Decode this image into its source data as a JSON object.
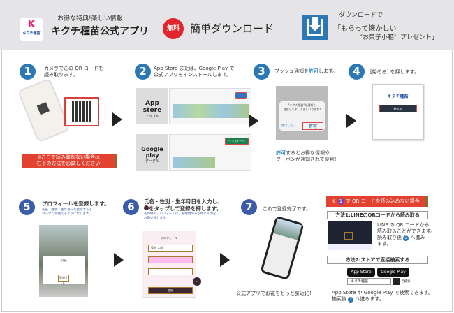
{
  "header": {
    "logo_text": "キクチ種苗",
    "tagline": "お得な特典!楽しい情報!",
    "app_name": "キクチ種苗公式アプリ",
    "free_badge": "無料",
    "easy_download": "簡単ダウンロード",
    "download_icon": "download-icon",
    "promo_line1": "ダウンロードで",
    "promo_line2": "「もらって懐かしい",
    "promo_line3": "〝お菓子小箱〞プレゼント」"
  },
  "colors": {
    "step_blue": "#2b78b4",
    "step_blue_dark": "#3b5ca8",
    "red": "#e2422f",
    "header_bg": "#e5e5e7"
  },
  "steps": [
    {
      "num": "1",
      "text": "カメラでこの QR コードを\n読み取ります。",
      "note": "※ここで読み取れない場合は\n右下の方法をお試しください"
    },
    {
      "num": "2",
      "text": "App Store または、Google Play で\n公式アプリをインストールします。",
      "app_store": "App store",
      "app_store_sub": "アップル",
      "google_play": "Google play",
      "google_play_sub": "グーグル",
      "install_label": "インストール"
    },
    {
      "num": "3",
      "text_pre": "プッシュ通知を",
      "text_hl": "許可",
      "text_post": "します。",
      "dialog_title": "\"キクチ種苗\"は通知を\n送信します。よろしいですか?",
      "deny": "許可しない",
      "allow": "許可",
      "caption_hl": "許可",
      "caption": "するとお得な情報や\nクーポンが通知されて便利!"
    },
    {
      "num": "4",
      "text": "[始める] を押します。",
      "logo": "キクチ種苗",
      "start": "始める"
    },
    {
      "num": "5",
      "text": "プロフィールを登録します。",
      "sub": "氏名・性別・生年月日を登録すると\nクーポンが使えるようになります。",
      "dialog_title": "お願い",
      "register": "登録する"
    },
    {
      "num": "6",
      "text1": "氏名・性別・生年月日を入力し、",
      "text2": "をタップして登録を押します。",
      "sub": "その他のプロフィールは、お時間のある時に入力を\nお願い致します。",
      "form_title": "プロフィール",
      "name_value": "菊地 太郎",
      "submit": "登録"
    },
    {
      "num": "7",
      "text": "これで登録完了です。",
      "caption": "公式アプリでお花をもっと身近に!"
    }
  ],
  "fallback": {
    "banner_pre": "※",
    "banner_num": "1",
    "banner_post": "で QR コードを読み込めない場合",
    "method1": "方法1:LINEのQRコードから読み取る",
    "method1_text1": "LINE の QR コードから\n読み取ることができます。\n読み取り後",
    "method1_num": "2",
    "method1_text2": "へ進み\nます。",
    "method2": "方法2:ストアで直接検索する",
    "app_store_badge": "App Store",
    "google_play_badge": "Google Play",
    "search_value": "キクチ種苗",
    "search_button": "で検索",
    "caption1": "App Store や Google Play で検索できます。\n検索後",
    "caption_num": "2",
    "caption2": "へ進みます。"
  }
}
